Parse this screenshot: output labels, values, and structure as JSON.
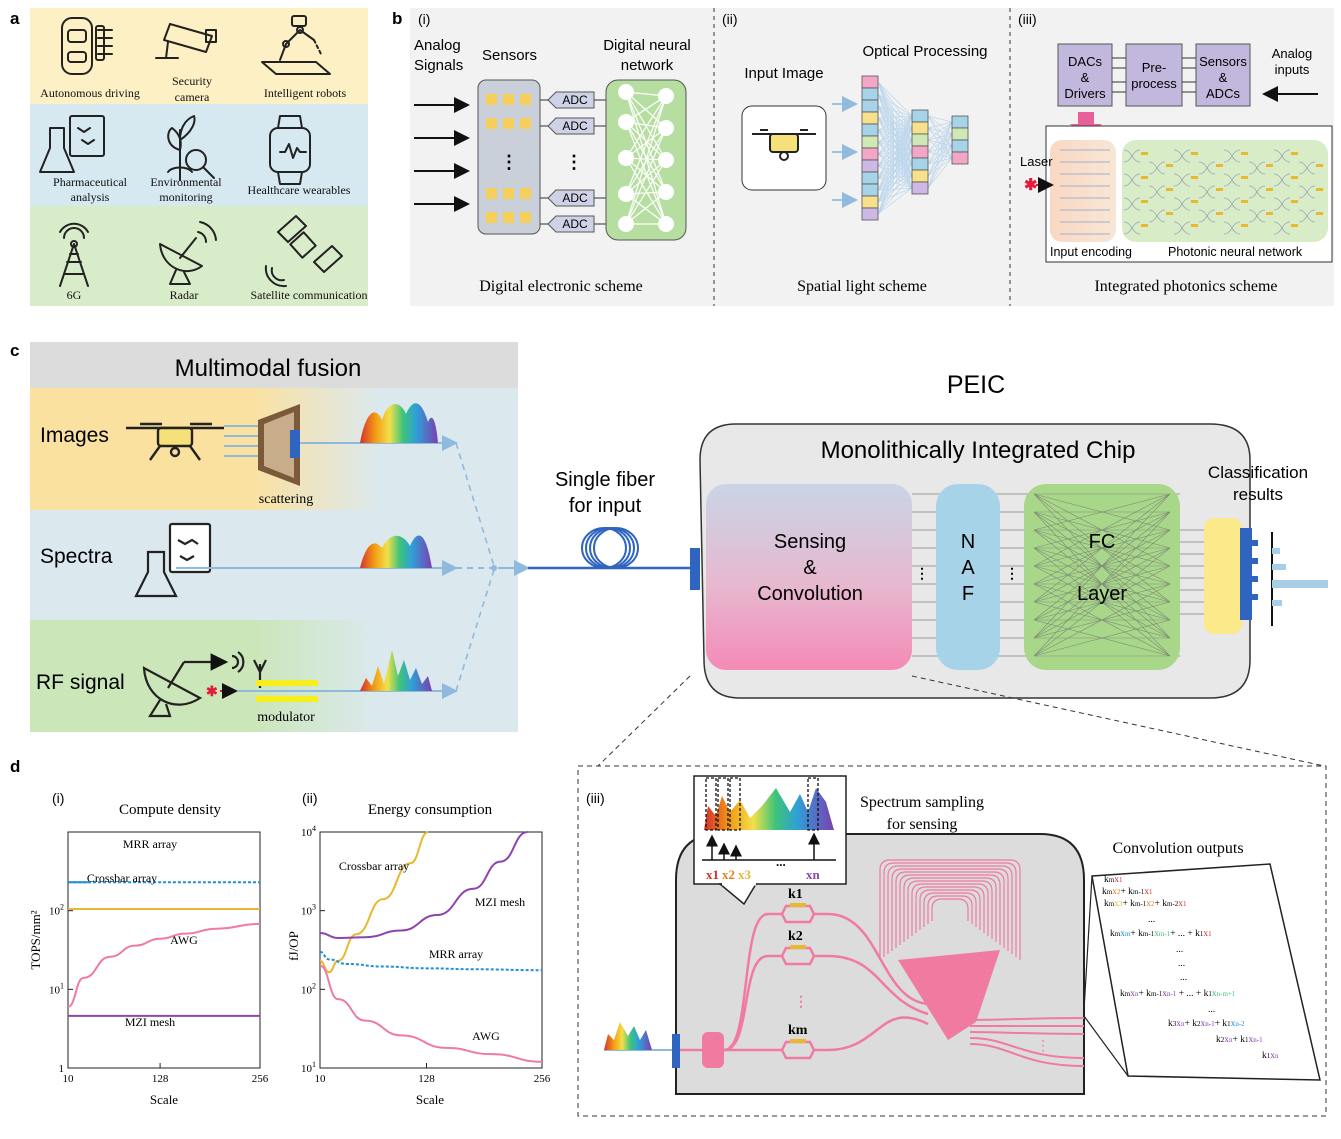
{
  "panel_a": {
    "label": "a",
    "apps": [
      {
        "label": "Autonomous driving",
        "icon": "car-icon"
      },
      {
        "label": "Security camera",
        "icon": "security-camera-icon"
      },
      {
        "label": "Intelligent robots",
        "icon": "robot-arm-icon"
      },
      {
        "label": "Pharmaceutical analysis",
        "icon": "flask-icon"
      },
      {
        "label": "Environmental monitoring",
        "icon": "plant-magnifier-icon"
      },
      {
        "label": "Healthcare wearables",
        "icon": "smartwatch-icon"
      },
      {
        "label": "6G",
        "icon": "antenna-tower-icon"
      },
      {
        "label": "Radar",
        "icon": "radar-dish-icon"
      },
      {
        "label": "Satellite communication",
        "icon": "satellite-icon"
      }
    ],
    "row_colors": [
      "#fdf0c4",
      "#d6e8f0",
      "#d9ecc9"
    ]
  },
  "panel_b": {
    "label": "b",
    "s1": {
      "tag": "(i)",
      "analog_signals": "Analog Signals",
      "sensors": "Sensors",
      "dnn": "Digital neural network",
      "adc": "ADC",
      "caption": "Digital electronic scheme"
    },
    "s2": {
      "tag": "(ii)",
      "input_image": "Input Image",
      "optical_processing": "Optical Processing",
      "caption": "Spatial light scheme"
    },
    "s3": {
      "tag": "(iii)",
      "dacs": "DACs & Drivers",
      "preprocess": "Pre- process",
      "sensors_adcs": "Sensors & ADCs",
      "analog_inputs": "Analog inputs",
      "laser": "Laser",
      "input_encoding": "Input encoding",
      "pnn": "Photonic neural network",
      "caption": "Integrated photonics scheme"
    }
  },
  "panel_c": {
    "label": "c",
    "fusion_title": "Multimodal fusion",
    "images": "Images",
    "scattering": "scattering",
    "spectra": "Spectra",
    "rf_signal": "RF signal",
    "modulator": "modulator",
    "single_fiber": "Single fiber for input",
    "peic": "PEIC",
    "chip_title": "Monolithically Integrated Chip",
    "sensing": "Sensing & Convolution",
    "naf": "N A F",
    "fc": "FC Layer",
    "classification": "Classification results"
  },
  "panel_d": {
    "label": "d",
    "c1": {
      "tag": "(i)",
      "title": "Compute density",
      "ylabel": "TOPS/mm²",
      "xlabel": "Scale"
    },
    "c2": {
      "tag": "(ii)",
      "title": "Energy consumption",
      "ylabel": "fJ/OP",
      "xlabel": "Scale"
    },
    "d3": {
      "tag": "(iii)",
      "spectrum_sampling": "Spectrum sampling for sensing",
      "conv_outputs": "Convolution outputs",
      "kernels": [
        "k1",
        "k2",
        "km"
      ],
      "samples": [
        "x1",
        "x2",
        "x3",
        "...",
        "xn"
      ]
    }
  },
  "chart_data": [
    {
      "type": "line",
      "title": "Compute density",
      "xlabel": "Scale",
      "ylabel": "TOPS/mm²",
      "xlim": [
        10,
        256
      ],
      "ylim": [
        1,
        1000
      ],
      "yscale": "log",
      "xticks": [
        10,
        128,
        256
      ],
      "yticks": [
        1,
        10,
        100
      ],
      "series": [
        {
          "name": "MRR array",
          "color": "#1f8fd6",
          "x": [
            10,
            256
          ],
          "y": [
            230,
            230
          ]
        },
        {
          "name": "Crossbar array",
          "color": "#e8b830",
          "x": [
            10,
            256
          ],
          "y": [
            105,
            105
          ]
        },
        {
          "name": "AWG",
          "color": "#f07aa0",
          "x": [
            10,
            30,
            64,
            96,
            128,
            160,
            200,
            256
          ],
          "y": [
            6,
            14,
            26,
            36,
            44,
            51,
            59,
            68
          ]
        },
        {
          "name": "MZI mesh",
          "color": "#8e44ad",
          "x": [
            10,
            256
          ],
          "y": [
            4.6,
            4.6
          ]
        }
      ]
    },
    {
      "type": "line",
      "title": "Energy consumption",
      "xlabel": "Scale",
      "ylabel": "fJ/OP",
      "xlim": [
        10,
        256
      ],
      "ylim": [
        10,
        10000
      ],
      "yscale": "log",
      "xticks": [
        10,
        128,
        256
      ],
      "yticks": [
        10,
        100,
        1000,
        10000
      ],
      "series": [
        {
          "name": "Crossbar array",
          "color": "#e8b830",
          "x": [
            10,
            20,
            30,
            50,
            80,
            110,
            130
          ],
          "y": [
            230,
            165,
            230,
            500,
            1400,
            4000,
            10000
          ]
        },
        {
          "name": "MZI mesh",
          "color": "#8e44ad",
          "x": [
            10,
            30,
            60,
            100,
            140,
            180,
            210,
            240
          ],
          "y": [
            520,
            450,
            460,
            560,
            880,
            1900,
            4200,
            10000
          ]
        },
        {
          "name": "MRR array",
          "color": "#1f8fd6",
          "x": [
            10,
            20,
            40,
            80,
            128,
            180,
            256
          ],
          "y": [
            300,
            240,
            210,
            195,
            185,
            180,
            175
          ]
        },
        {
          "name": "AWG",
          "color": "#f07aa0",
          "x": [
            10,
            30,
            60,
            100,
            150,
            200,
            256
          ],
          "y": [
            200,
            75,
            40,
            26,
            18,
            15,
            12
          ]
        }
      ]
    }
  ]
}
